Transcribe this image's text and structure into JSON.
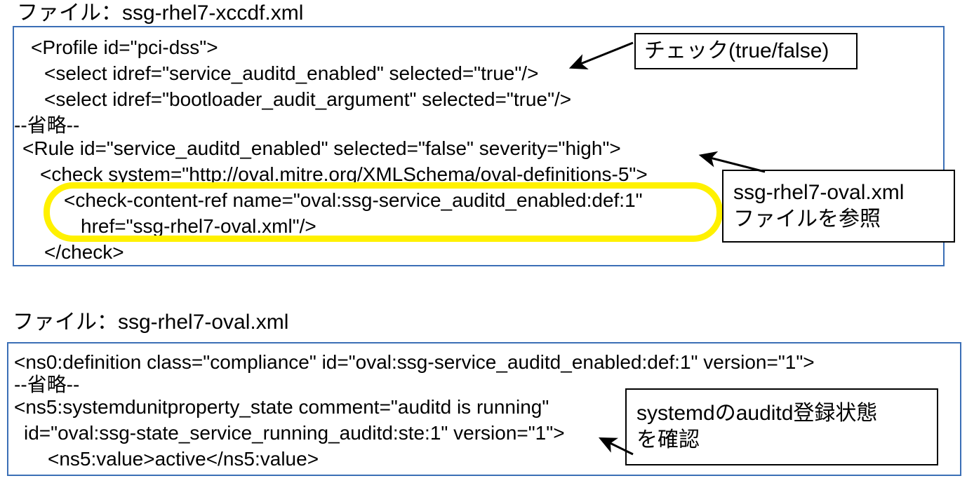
{
  "slide": {
    "background_color": "#ffffff",
    "panel_border_color": "#3B6FB6",
    "highlight_color": "#FFF100",
    "callout_border_color": "#000000"
  },
  "sections": [
    {
      "caption": "ファイル：ssg-rhel7-xccdf.xml",
      "panel_name": "xccdf-code-panel",
      "code_lines": [
        "<Profile id=\"pci-dss\">",
        "<select idref=\"service_auditd_enabled\" selected=\"true\"/>",
        "<select idref=\"bootloader_audit_argument\" selected=\"true\"/>",
        "--省略--",
        "<Rule id=\"service_auditd_enabled\" selected=\"false\" severity=\"high\">",
        "<check system=\"http://oval.mitre.org/XMLSchema/oval-definitions-5\">",
        "<check-content-ref name=\"oval:ssg-service_auditd_enabled:def:1\"",
        "href=\"ssg-rhel7-oval.xml\"/>",
        "</check>"
      ]
    },
    {
      "caption": "ファイル：ssg-rhel7-oval.xml",
      "panel_name": "oval-code-panel",
      "code_lines": [
        "<ns0:definition class=\"compliance\" id=\"oval:ssg-service_auditd_enabled:def:1\" version=\"1\">",
        "--省略--",
        "<ns5:systemdunitproperty_state comment=\"auditd is running\"",
        "id=\"oval:ssg-state_service_running_auditd:ste:1\" version=\"1\">",
        "<ns5:value>active</ns5:value>"
      ]
    }
  ],
  "callouts": [
    {
      "id": "check-callout",
      "text": "チェック(true/false)"
    },
    {
      "id": "oval-ref-callout",
      "text": "ssg-rhel7-oval.xml\nファイルを参照"
    },
    {
      "id": "systemd-callout",
      "text": "systemdのauditd登録状態\nを確認"
    }
  ],
  "annotations": {
    "highlight_name": "yellow-highlight-ring",
    "arrow_names": [
      "arrow-check-to-select",
      "arrow-oval-ref-to-check-element",
      "arrow-systemd-to-state-element"
    ]
  }
}
